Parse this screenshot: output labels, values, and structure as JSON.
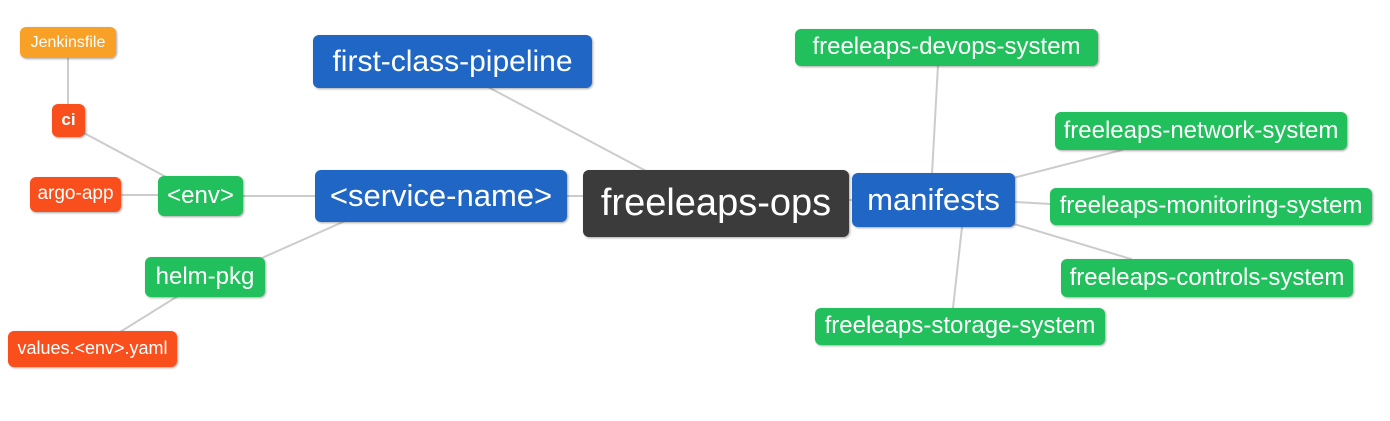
{
  "colors": {
    "root_node": "#3b3b3b",
    "branch_node": "#2066c4",
    "green_node": "#21c05c",
    "orange_node": "#f9a026",
    "red_node": "#f94f1d",
    "edge": "#cccccc",
    "node_text": "#ffffff",
    "background": "#ffffff"
  },
  "mindmap": {
    "root": "freeleaps-ops",
    "nodes": [
      {
        "id": "jenkinsfile",
        "label": "Jenkinsfile"
      },
      {
        "id": "ci",
        "label": "ci"
      },
      {
        "id": "argo-app",
        "label": "argo-app"
      },
      {
        "id": "env",
        "label": "<env>"
      },
      {
        "id": "helm-pkg",
        "label": "helm-pkg"
      },
      {
        "id": "values-env-yaml",
        "label": "values.<env>.yaml"
      },
      {
        "id": "first-class-pipeline",
        "label": "first-class-pipeline"
      },
      {
        "id": "service-name",
        "label": "<service-name>"
      },
      {
        "id": "freeleaps-ops",
        "label": "freeleaps-ops"
      },
      {
        "id": "manifests",
        "label": "manifests"
      },
      {
        "id": "freeleaps-devops-system",
        "label": "freeleaps-devops-system"
      },
      {
        "id": "freeleaps-network-system",
        "label": "freeleaps-network-system"
      },
      {
        "id": "freeleaps-monitoring-system",
        "label": "freeleaps-monitoring-system"
      },
      {
        "id": "freeleaps-controls-system",
        "label": "freeleaps-controls-system"
      },
      {
        "id": "freeleaps-storage-system",
        "label": "freeleaps-storage-system"
      }
    ],
    "edges": [
      {
        "from": "freeleaps-ops",
        "to": "first-class-pipeline"
      },
      {
        "from": "freeleaps-ops",
        "to": "service-name"
      },
      {
        "from": "freeleaps-ops",
        "to": "manifests"
      },
      {
        "from": "service-name",
        "to": "env"
      },
      {
        "from": "service-name",
        "to": "helm-pkg"
      },
      {
        "from": "env",
        "to": "ci"
      },
      {
        "from": "env",
        "to": "argo-app"
      },
      {
        "from": "ci",
        "to": "jenkinsfile"
      },
      {
        "from": "helm-pkg",
        "to": "values-env-yaml"
      },
      {
        "from": "manifests",
        "to": "freeleaps-devops-system"
      },
      {
        "from": "manifests",
        "to": "freeleaps-network-system"
      },
      {
        "from": "manifests",
        "to": "freeleaps-monitoring-system"
      },
      {
        "from": "manifests",
        "to": "freeleaps-controls-system"
      },
      {
        "from": "manifests",
        "to": "freeleaps-storage-system"
      }
    ]
  }
}
